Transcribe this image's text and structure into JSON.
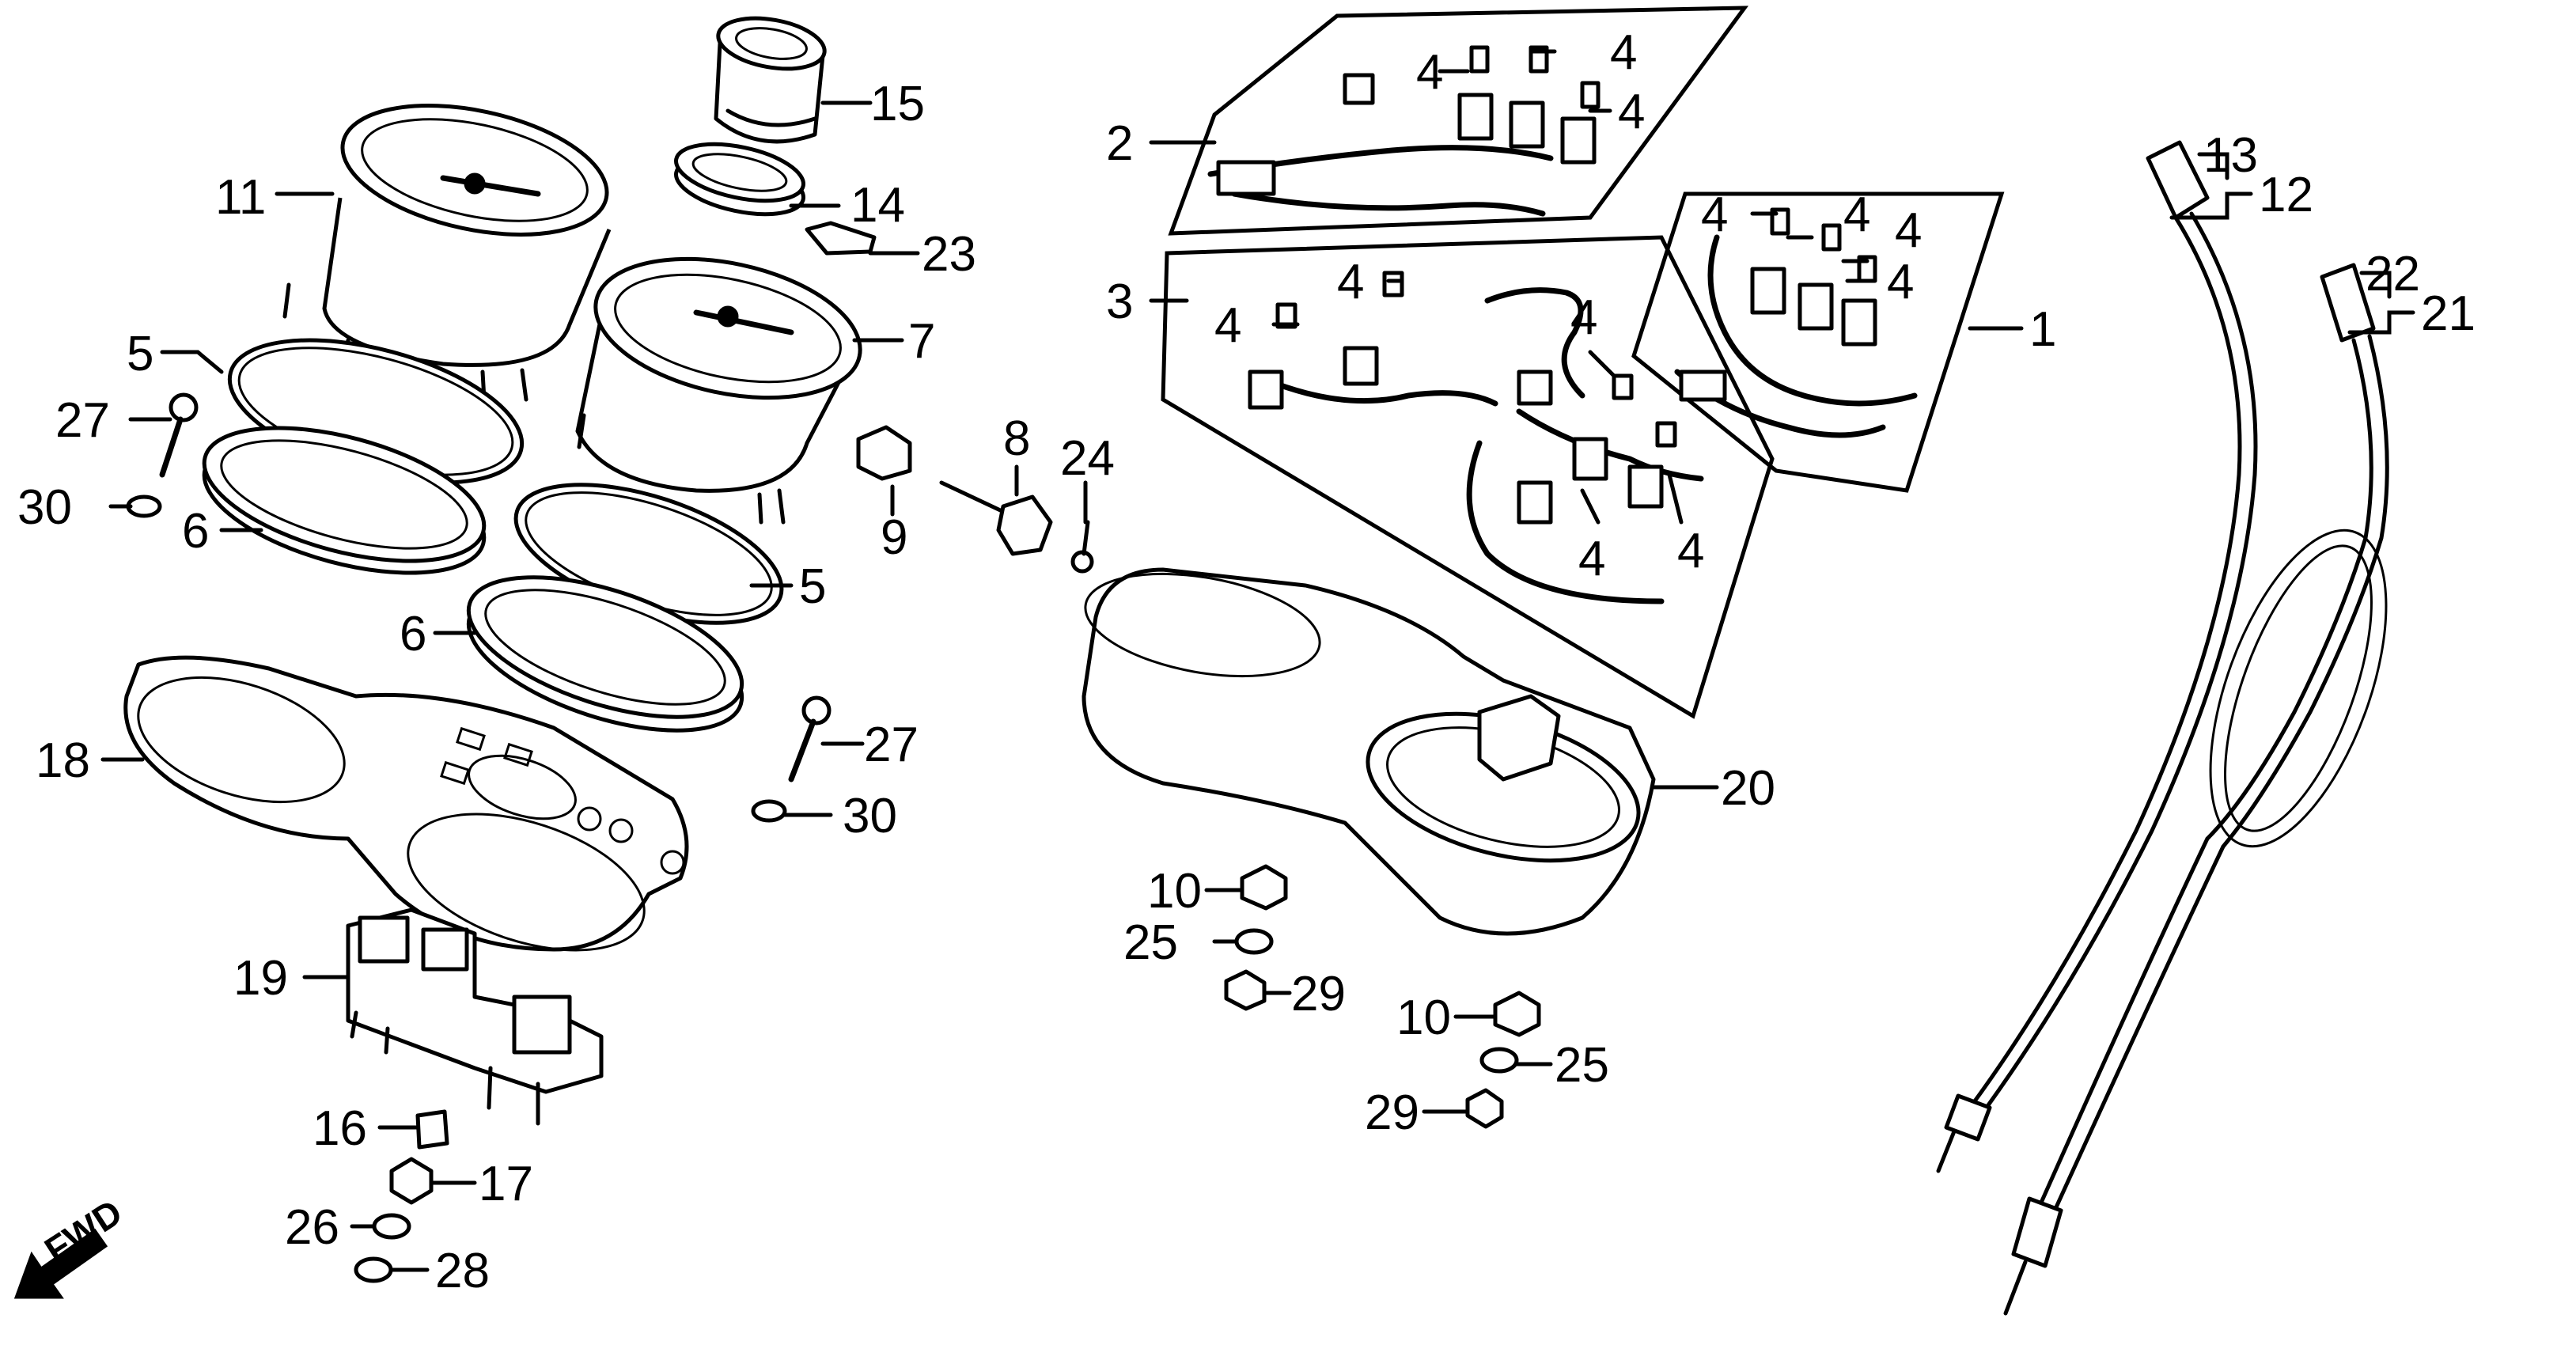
{
  "labels": {
    "p1": "1",
    "p2": "2",
    "p3": "3",
    "p4a": "4",
    "p4b": "4",
    "p4c": "4",
    "p4d": "4",
    "p4e": "4",
    "p4f": "4",
    "p4g": "4",
    "p4h": "4",
    "p4i": "4",
    "p4j": "4",
    "p4k": "4",
    "p4l": "4",
    "p5a": "5",
    "p5b": "5",
    "p6a": "6",
    "p6b": "6",
    "p7": "7",
    "p8": "8",
    "p9": "9",
    "p10a": "10",
    "p10b": "10",
    "p11": "11",
    "p12": "12",
    "p13": "13",
    "p14": "14",
    "p15": "15",
    "p16": "16",
    "p17": "17",
    "p18": "18",
    "p19": "19",
    "p20": "20",
    "p21": "21",
    "p22": "22",
    "p23": "23",
    "p24": "24",
    "p25a": "25",
    "p25b": "25",
    "p26": "26",
    "p27a": "27",
    "p27b": "27",
    "p28": "28",
    "p29a": "29",
    "p29b": "29",
    "p30a": "30",
    "p30b": "30",
    "fwd": "FWD"
  }
}
